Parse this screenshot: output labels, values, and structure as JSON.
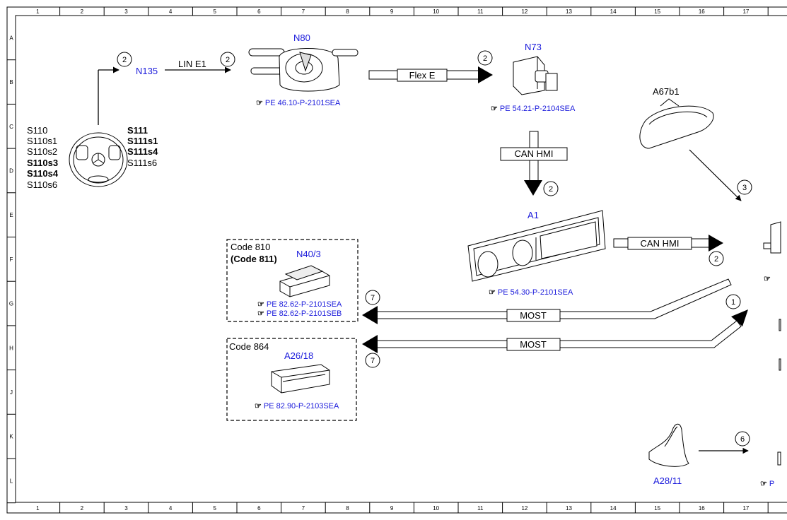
{
  "grid": {
    "columns": [
      "1",
      "2",
      "3",
      "4",
      "5",
      "6",
      "7",
      "8",
      "9",
      "10",
      "11",
      "12",
      "13",
      "14",
      "15",
      "16",
      "17"
    ],
    "rows": [
      "A",
      "B",
      "C",
      "D",
      "E",
      "F",
      "G",
      "H",
      "J",
      "K",
      "L"
    ]
  },
  "components": {
    "n135": "N135",
    "n80": "N80",
    "n73": "N73",
    "a67b1": "A67b1",
    "a1": "A1",
    "n40_3": "N40/3",
    "a26_18": "A26/18",
    "a28_11": "A28/11"
  },
  "switches": {
    "left": [
      "S110",
      "S110s1",
      "S110s2",
      "S110s3",
      "S110s4",
      "S110s6"
    ],
    "right": [
      "S111",
      "S111s1",
      "S111s4",
      "S111s6"
    ]
  },
  "codes": {
    "code_810": "Code 810",
    "code_811": "(Code 811)",
    "code_864": "Code 864"
  },
  "references": {
    "n80": "PE 46.10-P-2101SEA",
    "n73": "PE 54.21-P-2104SEA",
    "a1": "PE 54.30-P-2101SEA",
    "n40_3_a": "PE 82.62-P-2101SEA",
    "n40_3_b": "PE 82.62-P-2101SEB",
    "a26_18": "PE 82.90-P-2103SEA",
    "right_1": "P",
    "right_2": "P"
  },
  "buses": {
    "lin_e1": "LIN E1",
    "flex_e": "Flex E",
    "can_hmi_1": "CAN HMI",
    "can_hmi_2": "CAN HMI",
    "most_1": "MOST",
    "most_2": "MOST"
  },
  "markers": {
    "m_n135": "2",
    "m_lin": "2",
    "m_flex": "2",
    "m_canv": "2",
    "m_canh": "2",
    "m_a67": "3",
    "m_most_top": "7",
    "m_most_bot": "7",
    "m_one": "1",
    "m_six": "6"
  }
}
